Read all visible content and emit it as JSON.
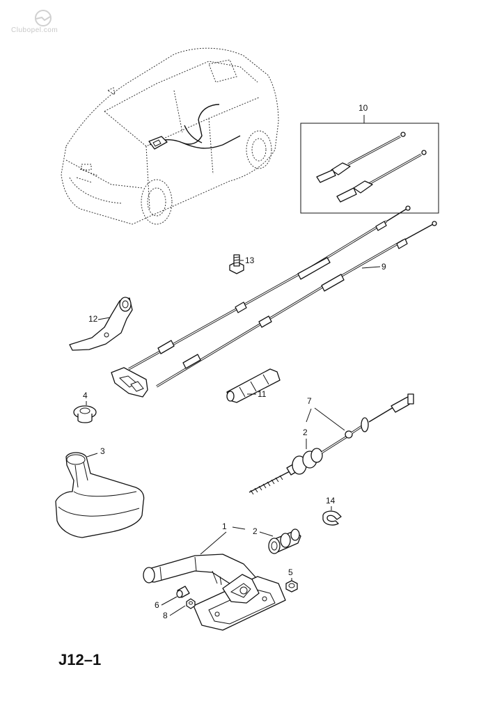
{
  "watermark": {
    "text": "Clubopel.com"
  },
  "page_code": "J12–1",
  "callouts": {
    "c1": "1",
    "c2a": "2",
    "c2b": "2",
    "c3": "3",
    "c4": "4",
    "c5": "5",
    "c6": "6",
    "c7": "7",
    "c8": "8",
    "c9": "9",
    "c10": "10",
    "c11": "11",
    "c12": "12",
    "c13": "13",
    "c14": "14"
  }
}
